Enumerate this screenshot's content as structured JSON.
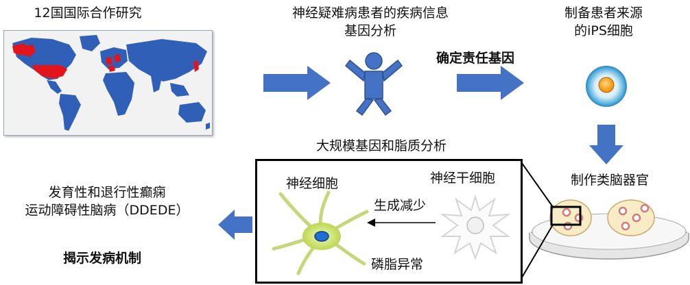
{
  "steps": {
    "collaboration": "12国国际合作研究",
    "patient_analysis_line1": "神经疑难病患者的疾病信息",
    "patient_analysis_line2": "基因分析",
    "identify_gene": "确定责任基因",
    "ips_line1": "制备患者来源",
    "ips_line2": "的iPS细胞",
    "organoid": "制作类脑器官",
    "large_scale_analysis": "大规模基因和脂质分析",
    "disease_line1": "发育性和退行性癫痫",
    "disease_line2": "运动障碍性脑病（DDEDE）",
    "reveal_mechanism": "揭示发病机制"
  },
  "panel": {
    "neuron_label": "神经细胞",
    "stem_cell_label": "神经干细胞",
    "reduced_generation": "生成减少",
    "phospholipid_abnormality": "磷脂异常"
  },
  "colors": {
    "arrow_blue": "#4472c4",
    "map_land": "#2f5fb6",
    "map_highlight": "#e2141c",
    "map_ocean": "#f2f2f2",
    "figure_blue": "#4472c4",
    "dish_cream": "#f7ecc6"
  }
}
